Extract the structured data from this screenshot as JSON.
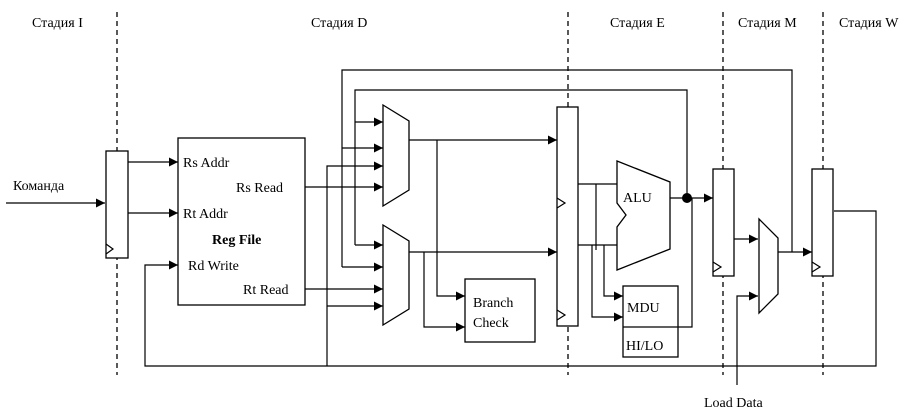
{
  "stages": {
    "i": "Стадия I",
    "d": "Стадия D",
    "e": "Стадия E",
    "m": "Стадия M",
    "w": "Стадия W"
  },
  "inputs": {
    "instruction": "Команда",
    "load_data": "Load Data"
  },
  "reg_file": {
    "title": "Reg File",
    "rs_addr": "Rs Addr",
    "rs_read": "Rs Read",
    "rt_addr": "Rt Addr",
    "rt_read": "Rt Read",
    "rd_write": "Rd Write"
  },
  "units": {
    "branch_line1": "Branch",
    "branch_line2": "Check",
    "alu": "ALU",
    "mdu": "MDU",
    "hilo": "HI/LO"
  }
}
